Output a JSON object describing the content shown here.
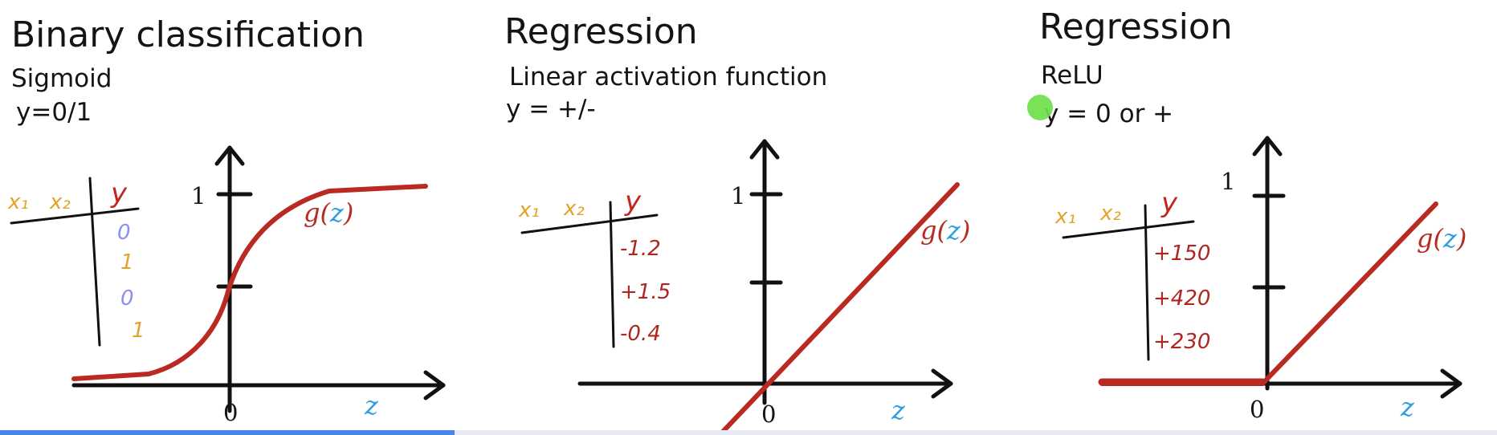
{
  "colors": {
    "curve": "#b82a22",
    "feature_label": "#e3a32a",
    "y_header": "#c0271d",
    "sigmoid_values": "#8a8ef0",
    "linear_values": "#b02520",
    "z_label": "#2e9fe0",
    "cursor": "#6fe04a",
    "bottom_bar": "#4a86e8"
  },
  "panels": [
    {
      "title": "Binary classification",
      "subtitle": "Sigmoid",
      "range_label": "y=0/1",
      "table": {
        "x1": "x₁",
        "x2": "x₂",
        "y": "y",
        "values": [
          "0",
          "1",
          "0",
          "1"
        ]
      },
      "y_tick": "1",
      "origin": "0",
      "curve_label": {
        "g": "g(",
        "z": "z",
        "close": ")"
      },
      "x_axis_label": "z"
    },
    {
      "title": "Regression",
      "subtitle": "Linear activation function",
      "range_label": "y = +/-",
      "table": {
        "x1": "x₁",
        "x2": "x₂",
        "y": "y",
        "values": [
          "-1.2",
          "+1.5",
          "-0.4"
        ]
      },
      "y_tick": "1",
      "origin": "0",
      "curve_label": {
        "g": "g(",
        "z": "z",
        "close": ")"
      },
      "x_axis_label": "z"
    },
    {
      "title": "Regression",
      "subtitle": "ReLU",
      "range_label": "y = 0 or +",
      "table": {
        "x1": "x₁",
        "x2": "x₂",
        "y": "y",
        "values": [
          "+150",
          "+420",
          "+230"
        ]
      },
      "y_tick": "1",
      "origin": "0",
      "curve_label": {
        "g": "g(",
        "z": "z",
        "close": ")"
      },
      "x_axis_label": "z"
    }
  ]
}
